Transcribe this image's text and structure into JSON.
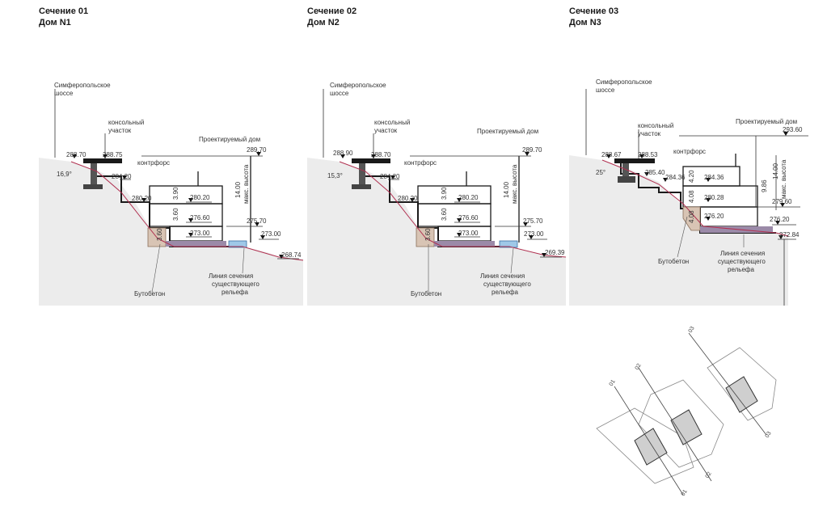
{
  "titles": [
    {
      "section": "Сечение 01",
      "house": "Дом N1"
    },
    {
      "section": "Сечение 02",
      "house": "Дом N2"
    },
    {
      "section": "Сечение 03",
      "house": "Дом N3"
    }
  ],
  "s1": {
    "road_l1": "Симферопольское",
    "road_l2": "шоссе",
    "cons_l1": "консольный",
    "cons_l2": "участок",
    "kontrfors": "контрфорс",
    "project": "Проектируемый дом",
    "angle": "16,9°",
    "e1": "288.70",
    "e2": "288.75",
    "e3": "289.70",
    "e4": "284.20",
    "e5": "280.20",
    "e6": "280.20",
    "e7": "276.60",
    "e8": "275.70",
    "e9": "273.00",
    "e10": "273.00",
    "e11": "268.74",
    "d1": "3.90",
    "d2": "3.60",
    "d3": "3.60",
    "max1": "14.00",
    "max2": "макс. высота",
    "buto": "Бутобетон",
    "line_l1": "Линия сечения",
    "line_l2": "существующего",
    "line_l3": "рельефа"
  },
  "s2": {
    "road_l1": "Симферопольское",
    "road_l2": "шоссе",
    "cons_l1": "консольный",
    "cons_l2": "участок",
    "kontrfors": "контрфорс",
    "project": "Проектируемый дом",
    "angle": "15,3°",
    "e1": "288.90",
    "e2": "288.70",
    "e3": "289.70",
    "e4": "284.20",
    "e5": "280.20",
    "e6": "280.20",
    "e7": "276.60",
    "e8": "275.70",
    "e9": "273.00",
    "e10": "273.00",
    "e11": "269.39",
    "d1": "3.90",
    "d2": "3.60",
    "d3": "3.60",
    "max1": "14.00",
    "max2": "макс. высота",
    "buto": "Бутобетон",
    "line_l1": "Линия сечения",
    "line_l2": "существующего",
    "line_l3": "рельефа"
  },
  "s3": {
    "road_l1": "Симферопольское",
    "road_l2": "шоссе",
    "cons_l1": "консольный",
    "cons_l2": "участок",
    "kontrfors": "контрфорс",
    "project": "Проектируемый дом",
    "angle": "25°",
    "e1": "288.67",
    "e2": "288.53",
    "e3": "293.60",
    "e4": "285.40",
    "e5": "284.36",
    "e6": "284.36",
    "e7": "280.28",
    "e8": "279.60",
    "e9": "276.20",
    "e10": "276.20",
    "e11": "272.84",
    "d1": "4.20",
    "d2": "4.08",
    "d3": "4.08",
    "dim2": "9.86",
    "max1": "14.00",
    "max2": "макс. высота",
    "buto": "Бутобетон",
    "line_l1": "Линия сечения",
    "line_l2": "существующего",
    "line_l3": "рельефа"
  },
  "plan": {
    "labels": [
      "01",
      "02",
      "03",
      "03",
      "02",
      "01"
    ]
  },
  "colors": {
    "terrain": "#ececec",
    "wall": "#1a1a1a",
    "relief_line": "#b03050",
    "buto": "#d8c4b4",
    "water": "#9fc8e8",
    "slab": "#9b8aa8"
  }
}
